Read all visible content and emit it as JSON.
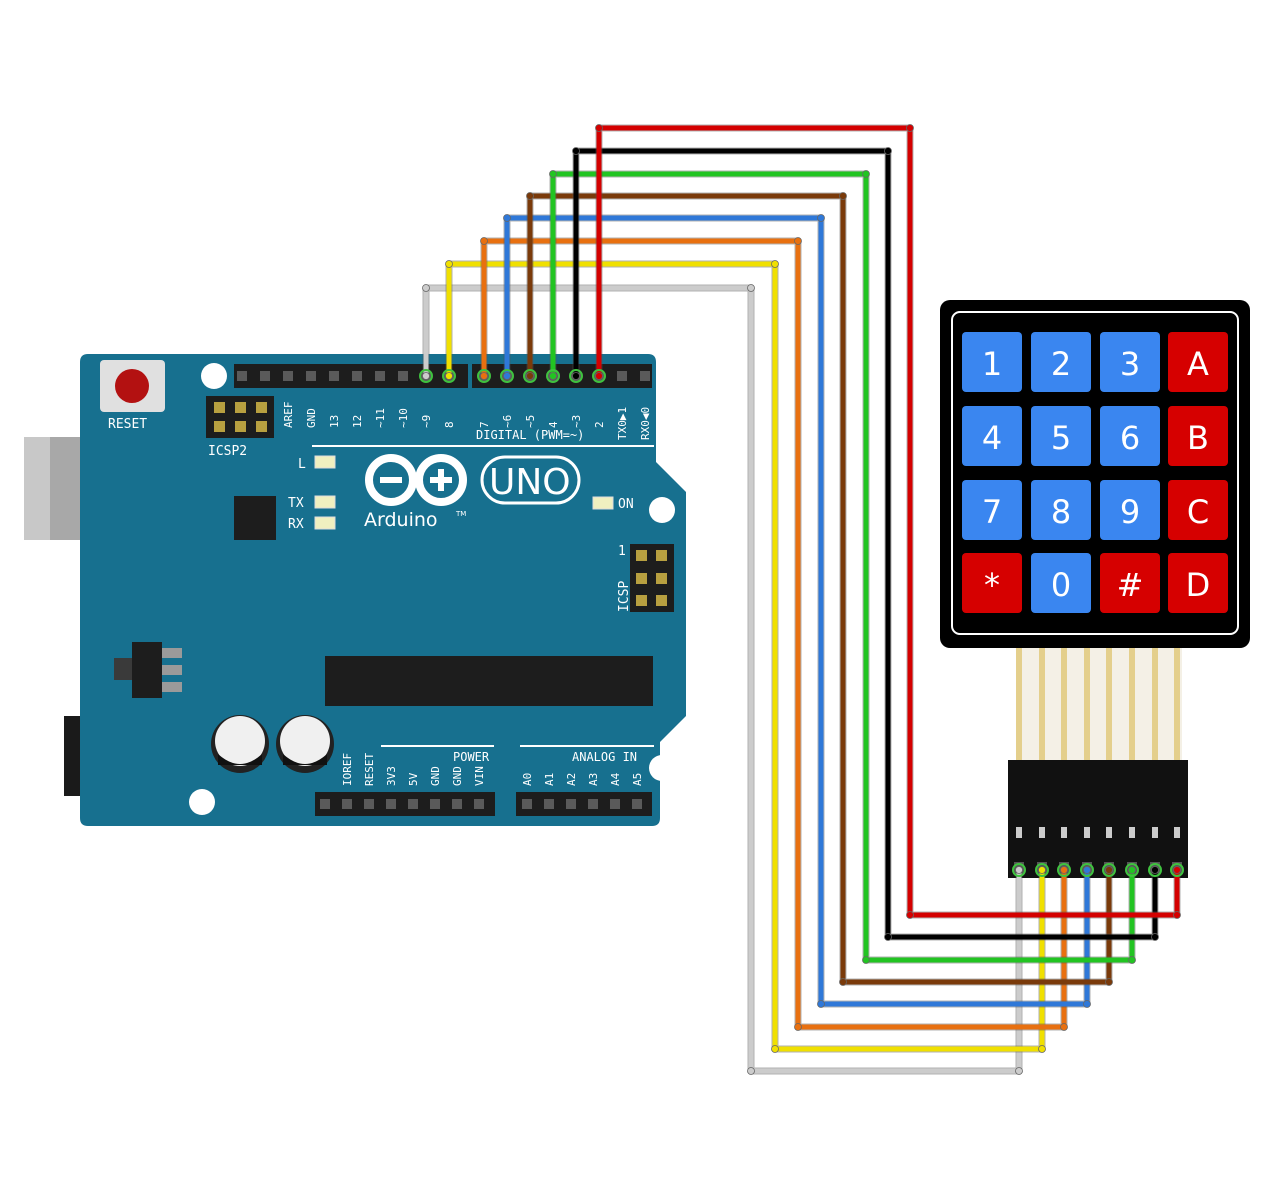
{
  "board": {
    "reset_label": "RESET",
    "icsp2_label": "ICSP2",
    "icsp_label": "ICSP",
    "icsp_pin1": "1",
    "digital_label": "DIGITAL (PWM=~)",
    "led_l": "L",
    "led_tx": "TX",
    "led_rx": "RX",
    "led_on": "ON",
    "logo_uno": "UNO",
    "logo_brand": "Arduino",
    "logo_tm": "TM",
    "power_label": "POWER",
    "analog_label": "ANALOG IN",
    "top_pins": [
      "AREF",
      "GND",
      "13",
      "12",
      "~11",
      "~10",
      "~9",
      "8",
      "7",
      "~6",
      "~5",
      "4",
      "~3",
      "2",
      "TX0▶1",
      "RX0◀0"
    ],
    "power_pins": [
      "IOREF",
      "RESET",
      "3V3",
      "5V",
      "GND",
      "GND",
      "VIN"
    ],
    "analog_pins": [
      "A0",
      "A1",
      "A2",
      "A3",
      "A4",
      "A5"
    ]
  },
  "keypad": {
    "keys": [
      "1",
      "2",
      "3",
      "A",
      "4",
      "5",
      "6",
      "B",
      "7",
      "8",
      "9",
      "C",
      "*",
      "0",
      "#",
      "D"
    ],
    "colors": {
      "digit": "#3a86f0",
      "letter": "#d60000",
      "frame": "#000000"
    }
  },
  "wires": {
    "colors": [
      "#cccccc",
      "#f0e000",
      "#e87010",
      "#2f78d8",
      "#7a3a0a",
      "#22c422",
      "#000000",
      "#d40000"
    ]
  }
}
